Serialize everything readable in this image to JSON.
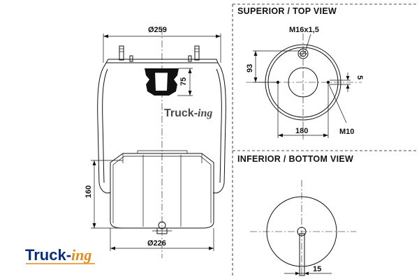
{
  "views": {
    "top_title": "SUPERIOR / TOP VIEW",
    "bottom_title": "INFERIOR / BOTTOM VIEW"
  },
  "dimensions": {
    "top_diameter": "Ø259",
    "bottom_diameter": "Ø226",
    "height_160": "160",
    "height_75": "75",
    "thread": "M16x1,5",
    "offset_93": "93",
    "spacing_180": "180",
    "size_5": "5",
    "bolt_m10": "M10",
    "width_15": "15"
  },
  "brand": {
    "watermark_truck": "Truck-",
    "watermark_ing": "ing",
    "logo_truck": "Truck-",
    "logo_ing": "ing",
    "truck_color": "#0b2c7a",
    "ing_color": "#e38b1e"
  }
}
